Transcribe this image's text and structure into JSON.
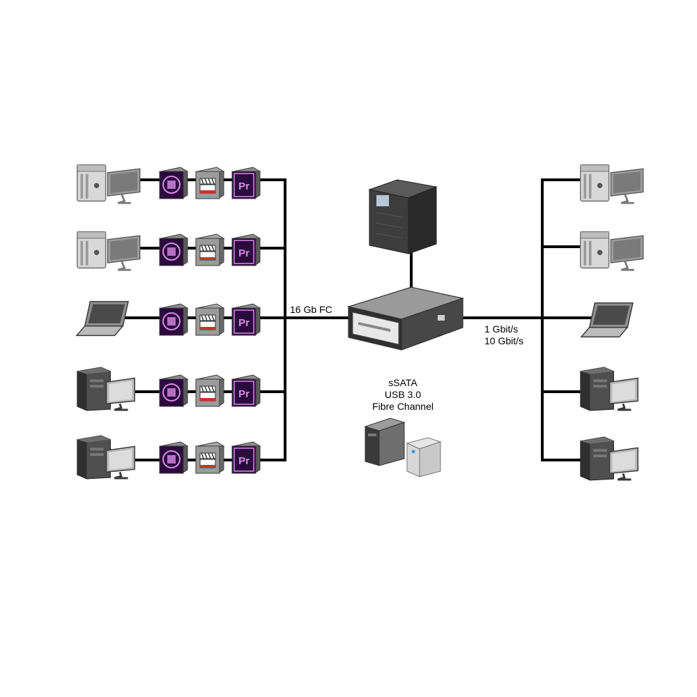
{
  "labels": {
    "fc": "16 Gb FC",
    "eth_1": "1 Gbit/s",
    "eth_10": "10 Gbit/s",
    "storage_1": "sSATA",
    "storage_2": "USB 3.0",
    "storage_3": "Fibre Channel"
  },
  "icons": {
    "app_1": "media-encoder-icon",
    "app_2": "clapperboard-icon",
    "app_3": "premiere-icon",
    "app_3_text": "Pr"
  },
  "colors": {
    "line": "#000000",
    "adobe_purple": "#2b0a3d",
    "adobe_magenta": "#d98ae6",
    "device_gray": "#8a8a8a",
    "device_dark": "#3a3a3a"
  }
}
